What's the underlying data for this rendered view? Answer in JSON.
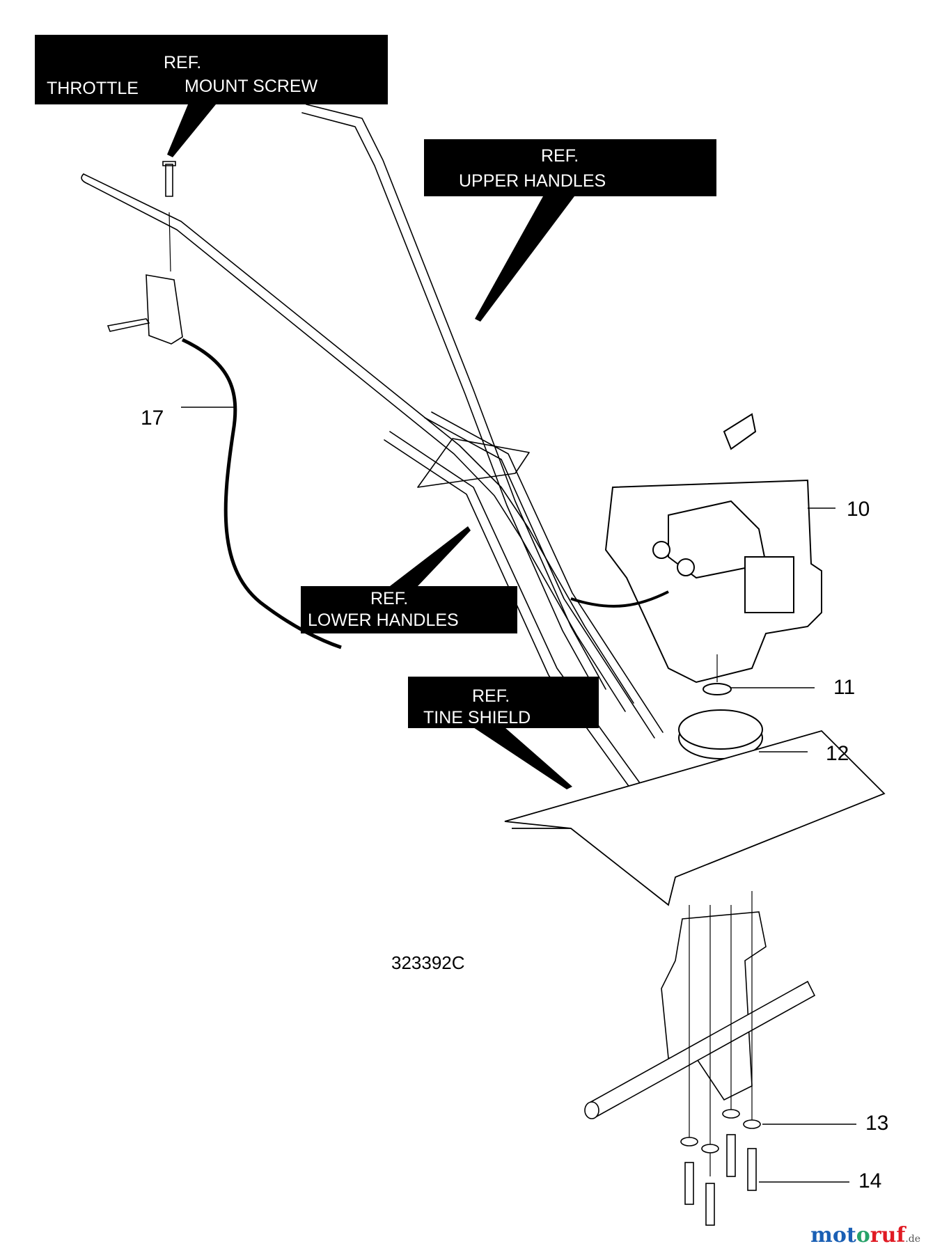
{
  "callouts": {
    "throttle": {
      "ref": "REF.",
      "line1": "THROTTLE",
      "line2": "MOUNT SCREW"
    },
    "upper_handles": {
      "ref": "REF.",
      "name": "UPPER HANDLES"
    },
    "lower_handles": {
      "ref": "REF.",
      "name": "LOWER HANDLES"
    },
    "tine_shield": {
      "ref": "REF.",
      "name": "TINE SHIELD"
    }
  },
  "part_numbers": {
    "p10": "10",
    "p11": "11",
    "p12": "12",
    "p13": "13",
    "p14": "14",
    "p17": "17"
  },
  "drawing_number": "323392C",
  "watermark": {
    "part1": "mot",
    "part2": "o",
    "part3": "ruf",
    "tld": ".de"
  }
}
